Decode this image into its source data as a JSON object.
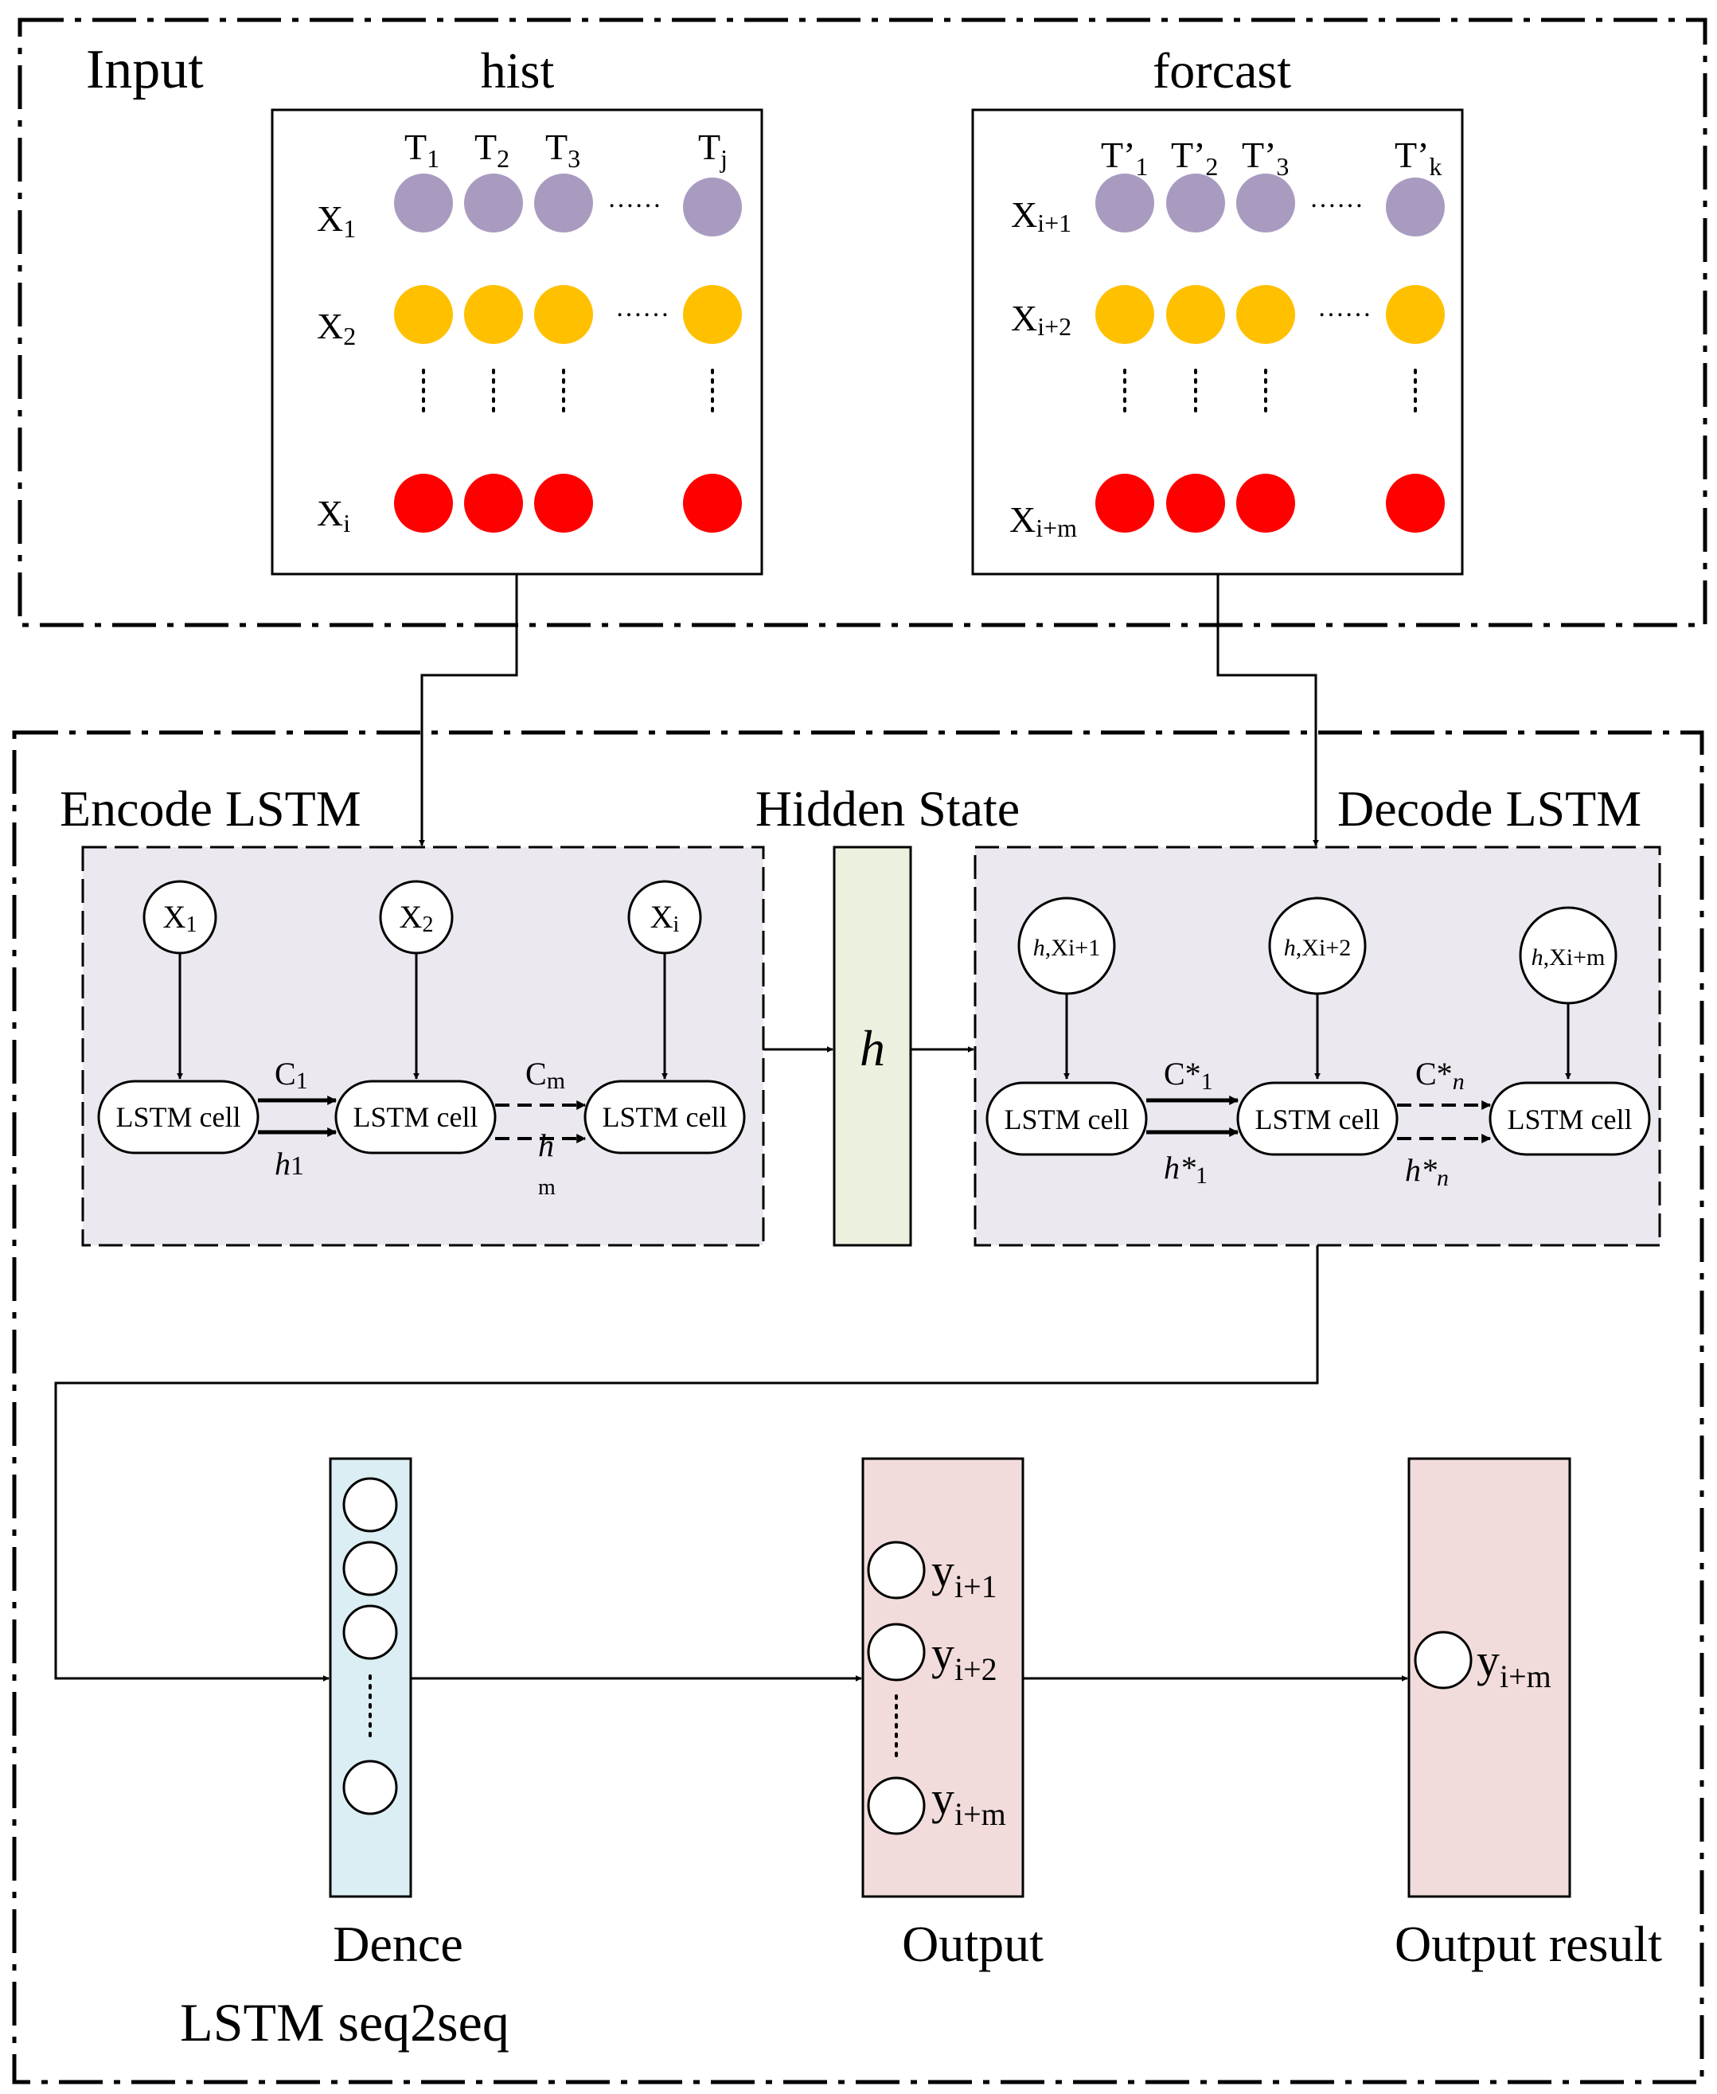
{
  "input_section": {
    "title": "Input",
    "hist": {
      "title": "hist",
      "time_labels": [
        {
          "base": "T",
          "sub": "1"
        },
        {
          "base": "T",
          "sub": "2"
        },
        {
          "base": "T",
          "sub": "3"
        },
        {
          "base": "T",
          "sub": "j"
        }
      ],
      "row_labels": [
        {
          "base": "X",
          "sub": "1"
        },
        {
          "base": "X",
          "sub": "2"
        },
        {
          "base": "X",
          "sub": "i"
        }
      ]
    },
    "forecast": {
      "title": "forcast",
      "time_labels": [
        {
          "base": "T’",
          "sub": "1"
        },
        {
          "base": "T’",
          "sub": "2"
        },
        {
          "base": "T’",
          "sub": "3"
        },
        {
          "base": "T’",
          "sub": "k"
        }
      ],
      "row_labels": [
        {
          "base": "X",
          "sub": "i+1"
        },
        {
          "base": "X",
          "sub": "i+2"
        },
        {
          "base": "X",
          "sub": "i+m"
        }
      ]
    },
    "ellipsis": "……",
    "row_colors": [
      "#a99bc0",
      "#ffc000",
      "#ff0000"
    ]
  },
  "encoder": {
    "title": "Encode LSTM",
    "inputs": [
      {
        "base": "X",
        "sub": "1"
      },
      {
        "base": "X",
        "sub": "2"
      },
      {
        "base": "X",
        "sub": "i"
      }
    ],
    "cell_label": "LSTM cell",
    "c1": {
      "base": "C",
      "sub": "1"
    },
    "h1": {
      "base": "h",
      "sub": "1"
    },
    "cm": {
      "base": "C",
      "sub": "m"
    },
    "hm": {
      "base": "h",
      "sub": "m"
    }
  },
  "hidden": {
    "title": "Hidden State",
    "symbol": "h",
    "color": "#ebf1de"
  },
  "decoder": {
    "title": "Decode LSTM",
    "inputs": [
      {
        "italic": "h",
        "text": ",Xi+1"
      },
      {
        "italic": "h",
        "text": ",Xi+2"
      },
      {
        "italic": "h",
        "text": ",Xi+m"
      }
    ],
    "cell_label": "LSTM cell",
    "c1": {
      "base": "C*",
      "sub": "1"
    },
    "h1": {
      "base": "h*",
      "sub": "1"
    },
    "cn": {
      "base": "C*",
      "sub": "n"
    },
    "hn": {
      "base": "h*",
      "sub": "n"
    },
    "panel_color": "#ebe8ef"
  },
  "output_section": {
    "dence_label": "Dence",
    "output_label": "Output",
    "result_label": "Output result",
    "seq2seq_label": "LSTM seq2seq",
    "outputs": [
      {
        "base": "y",
        "sub": "i+1"
      },
      {
        "base": "y",
        "sub": "i+2"
      },
      {
        "base": "y",
        "sub": "i+m"
      }
    ],
    "result": {
      "base": "y",
      "sub": "i+m"
    },
    "dence_color": "#dbeef3",
    "output_color": "#f2dcdb"
  }
}
